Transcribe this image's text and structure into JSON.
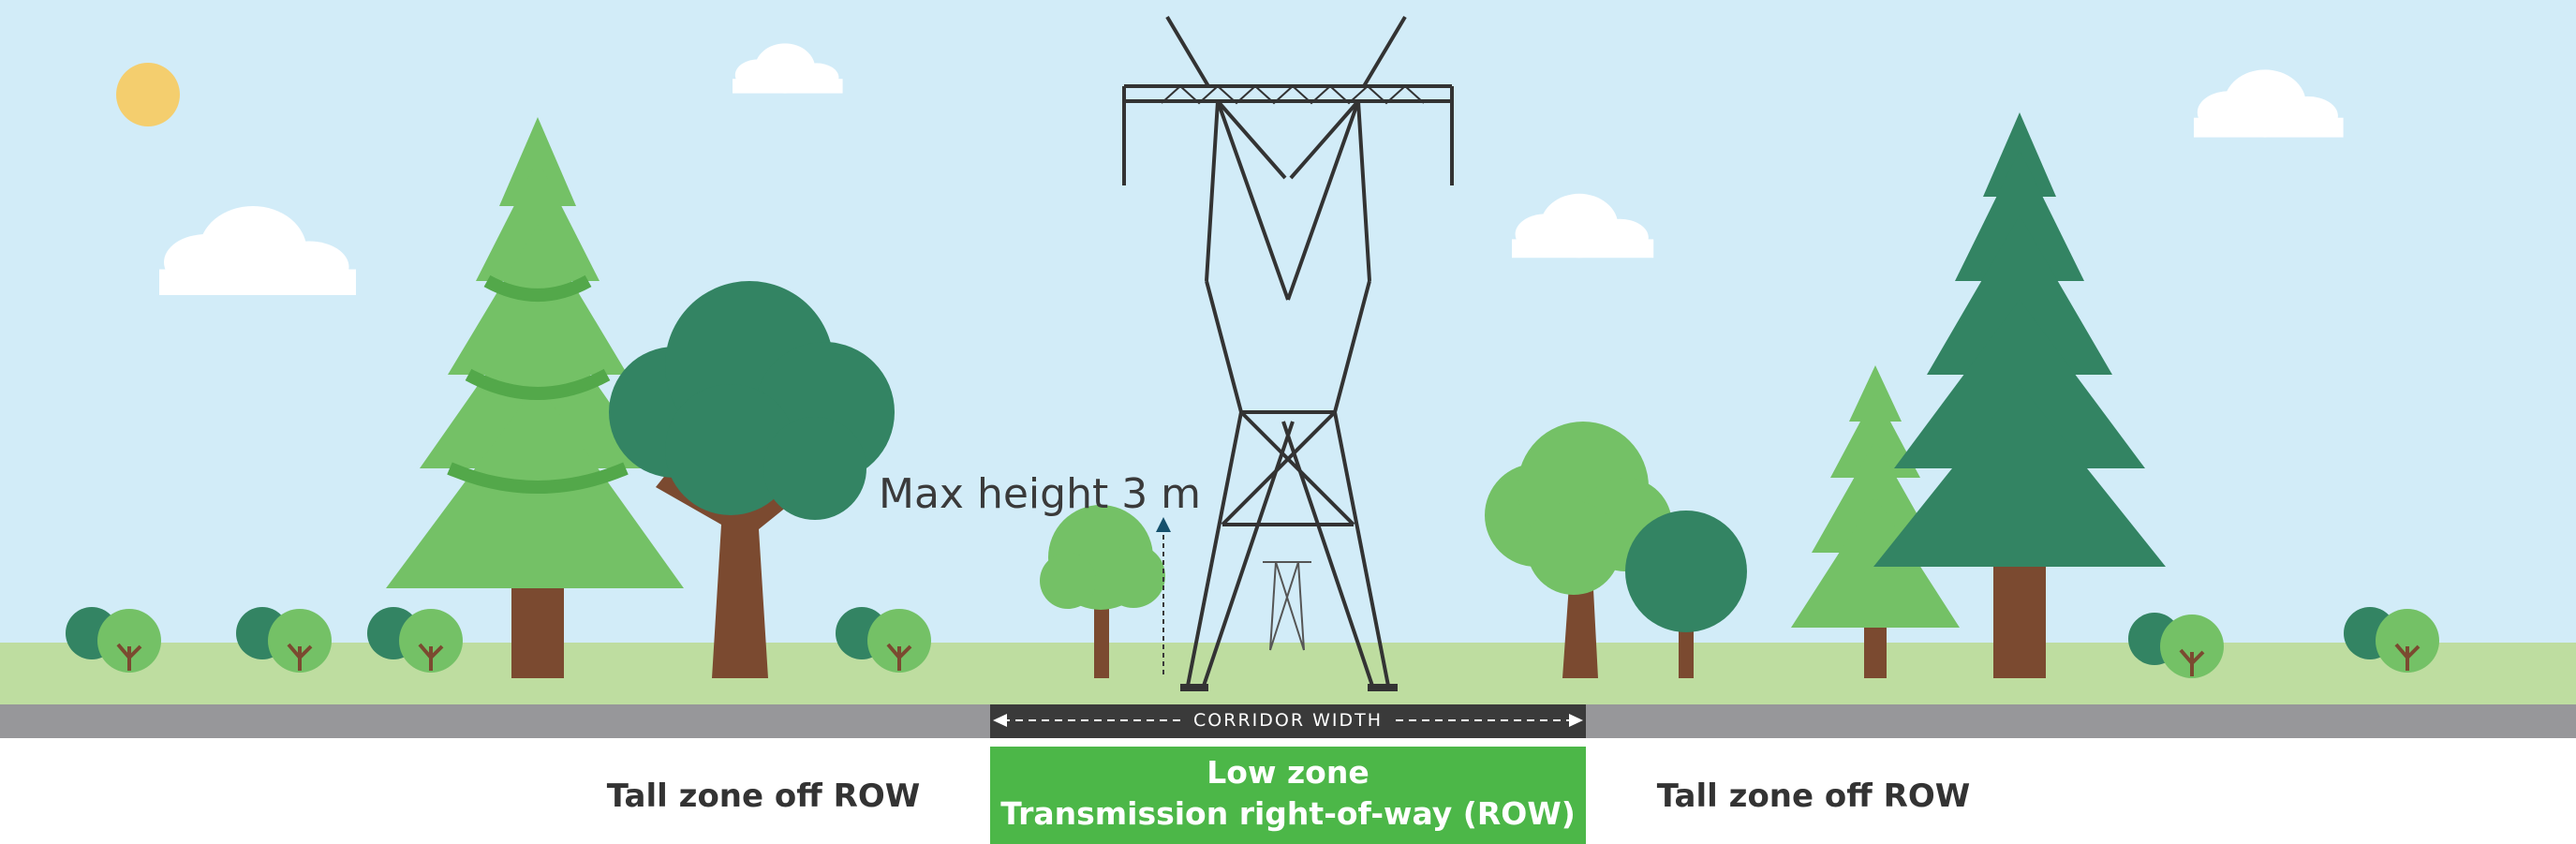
{
  "labels": {
    "max_height": "Max height 3 m",
    "corridor_width": "CORRIDOR WIDTH",
    "left_zone": "Tall zone off ROW",
    "right_zone": "Tall zone off ROW",
    "low_zone_line1": "Low zone",
    "low_zone_line2": "Transmission right-of-way (ROW)"
  },
  "colors": {
    "sky": "#d2ecf8",
    "grass": "#bedda0",
    "road": "#97979a",
    "corridor_bar": "#3a3a3a",
    "low_zone": "#4cb748",
    "sun": "#f4ce6e",
    "tower": "#333333",
    "trunk": "#7b4a30",
    "tree_light": "#74c166",
    "tree_mid": "#53a84a",
    "tree_dark": "#338463"
  },
  "icons": [
    "sun-icon",
    "cloud-icon",
    "pine-tree-icon",
    "round-tree-icon",
    "bush-icon",
    "transmission-tower-icon",
    "height-arrow-icon"
  ]
}
